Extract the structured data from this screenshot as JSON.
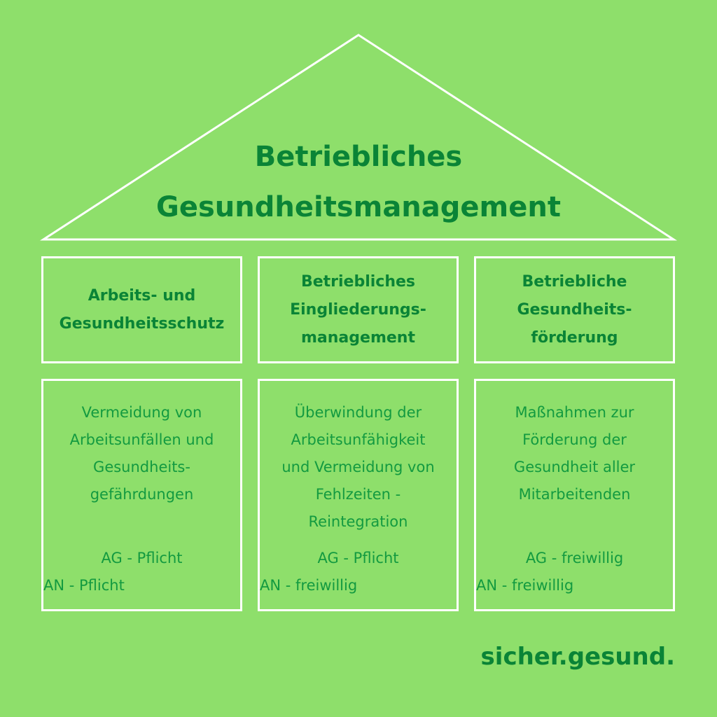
{
  "title": "Betriebliches\nGesundheitsmanagement",
  "pillars": [
    {
      "heading": "Arbeits- und\nGesundheitsschutz",
      "description": "Vermeidung von\nArbeitsunfällen und\nGesundheits-\ngefährdungen",
      "ag": "AG - Pflicht",
      "an": "AN - Pflicht"
    },
    {
      "heading": "Betriebliches\nEingliederungs-\nmanagement",
      "description": "Überwindung der\nArbeitsunfähigkeit\nund Vermeidung von\nFehlzeiten -\nReintegration",
      "ag": "AG - Pflicht",
      "an": "AN - freiwillig"
    },
    {
      "heading": "Betriebliche\nGesundheits-\nförderung",
      "description": "Maßnahmen zur\nFörderung der\nGesundheit aller\nMitarbeitenden",
      "ag": "AG - freiwillig",
      "an": "AN - freiwillig"
    }
  ],
  "brand": "sicher.gesund.",
  "colors": {
    "background": "#8edf6b",
    "text": "#0a8436",
    "lines": "#ffffff"
  }
}
